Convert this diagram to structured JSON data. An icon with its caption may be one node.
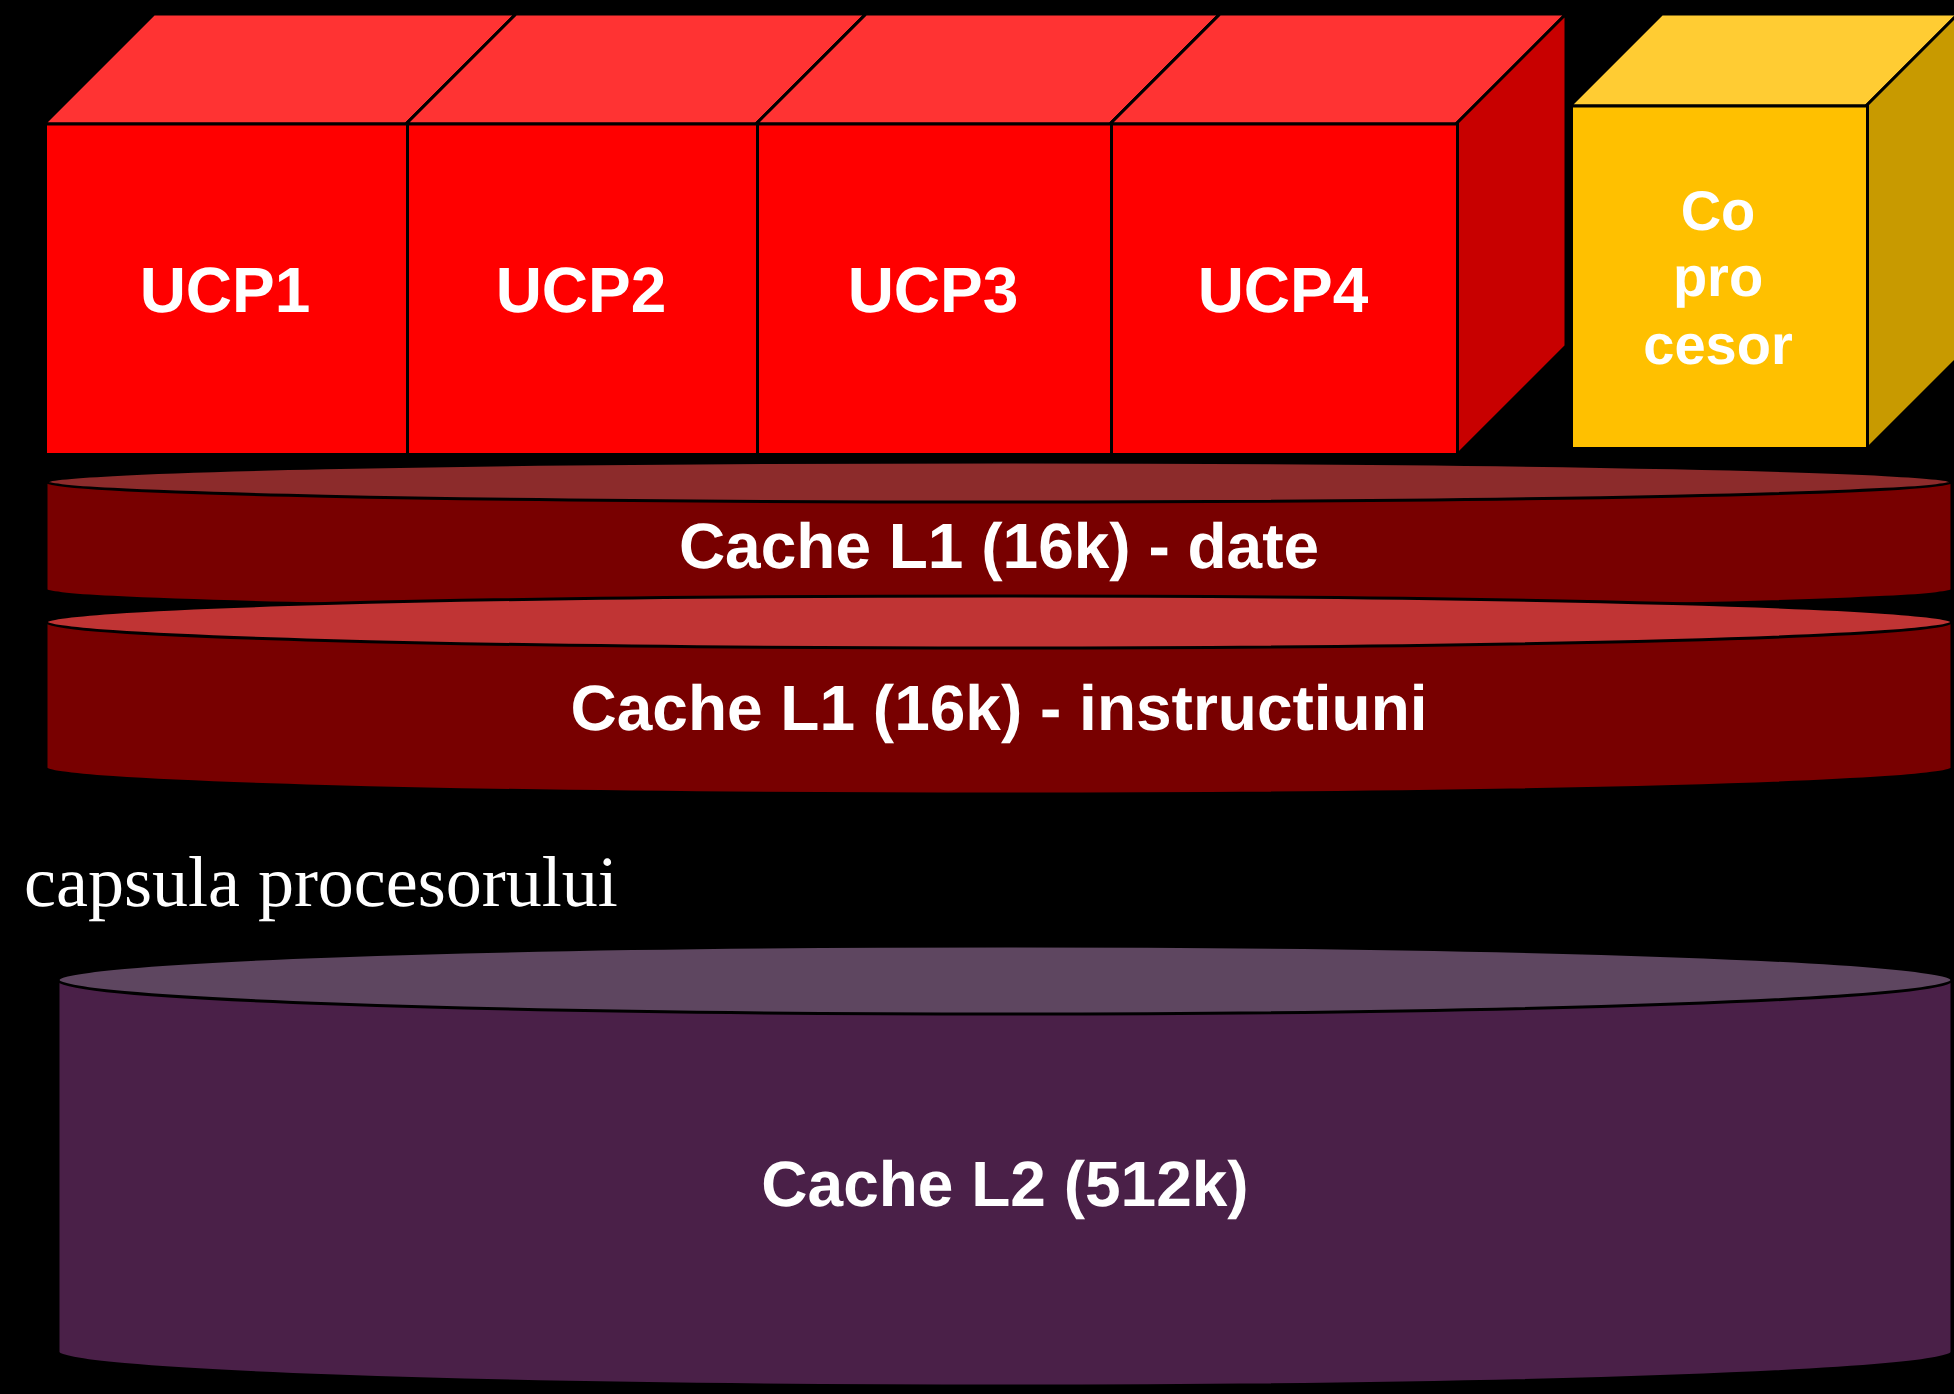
{
  "diagram": {
    "nodes": [
      {
        "text": [
          "UCP1"
        ]
      },
      {
        "text": [
          "UCP2"
        ]
      },
      {
        "text": [
          "UCP3"
        ]
      },
      {
        "text": [
          "UCP4"
        ]
      },
      {
        "text": [
          "Co pro cesor"
        ]
      },
      {
        "text": [
          "Cache L1 (16k) - date"
        ]
      },
      {
        "text": [
          "Cache L1 (16k) - instructiuni"
        ]
      },
      {
        "text": [
          "Cache L2 (512k)"
        ]
      }
    ],
    "edges": [],
    "labels": [
      "capsula procesorului"
    ]
  }
}
